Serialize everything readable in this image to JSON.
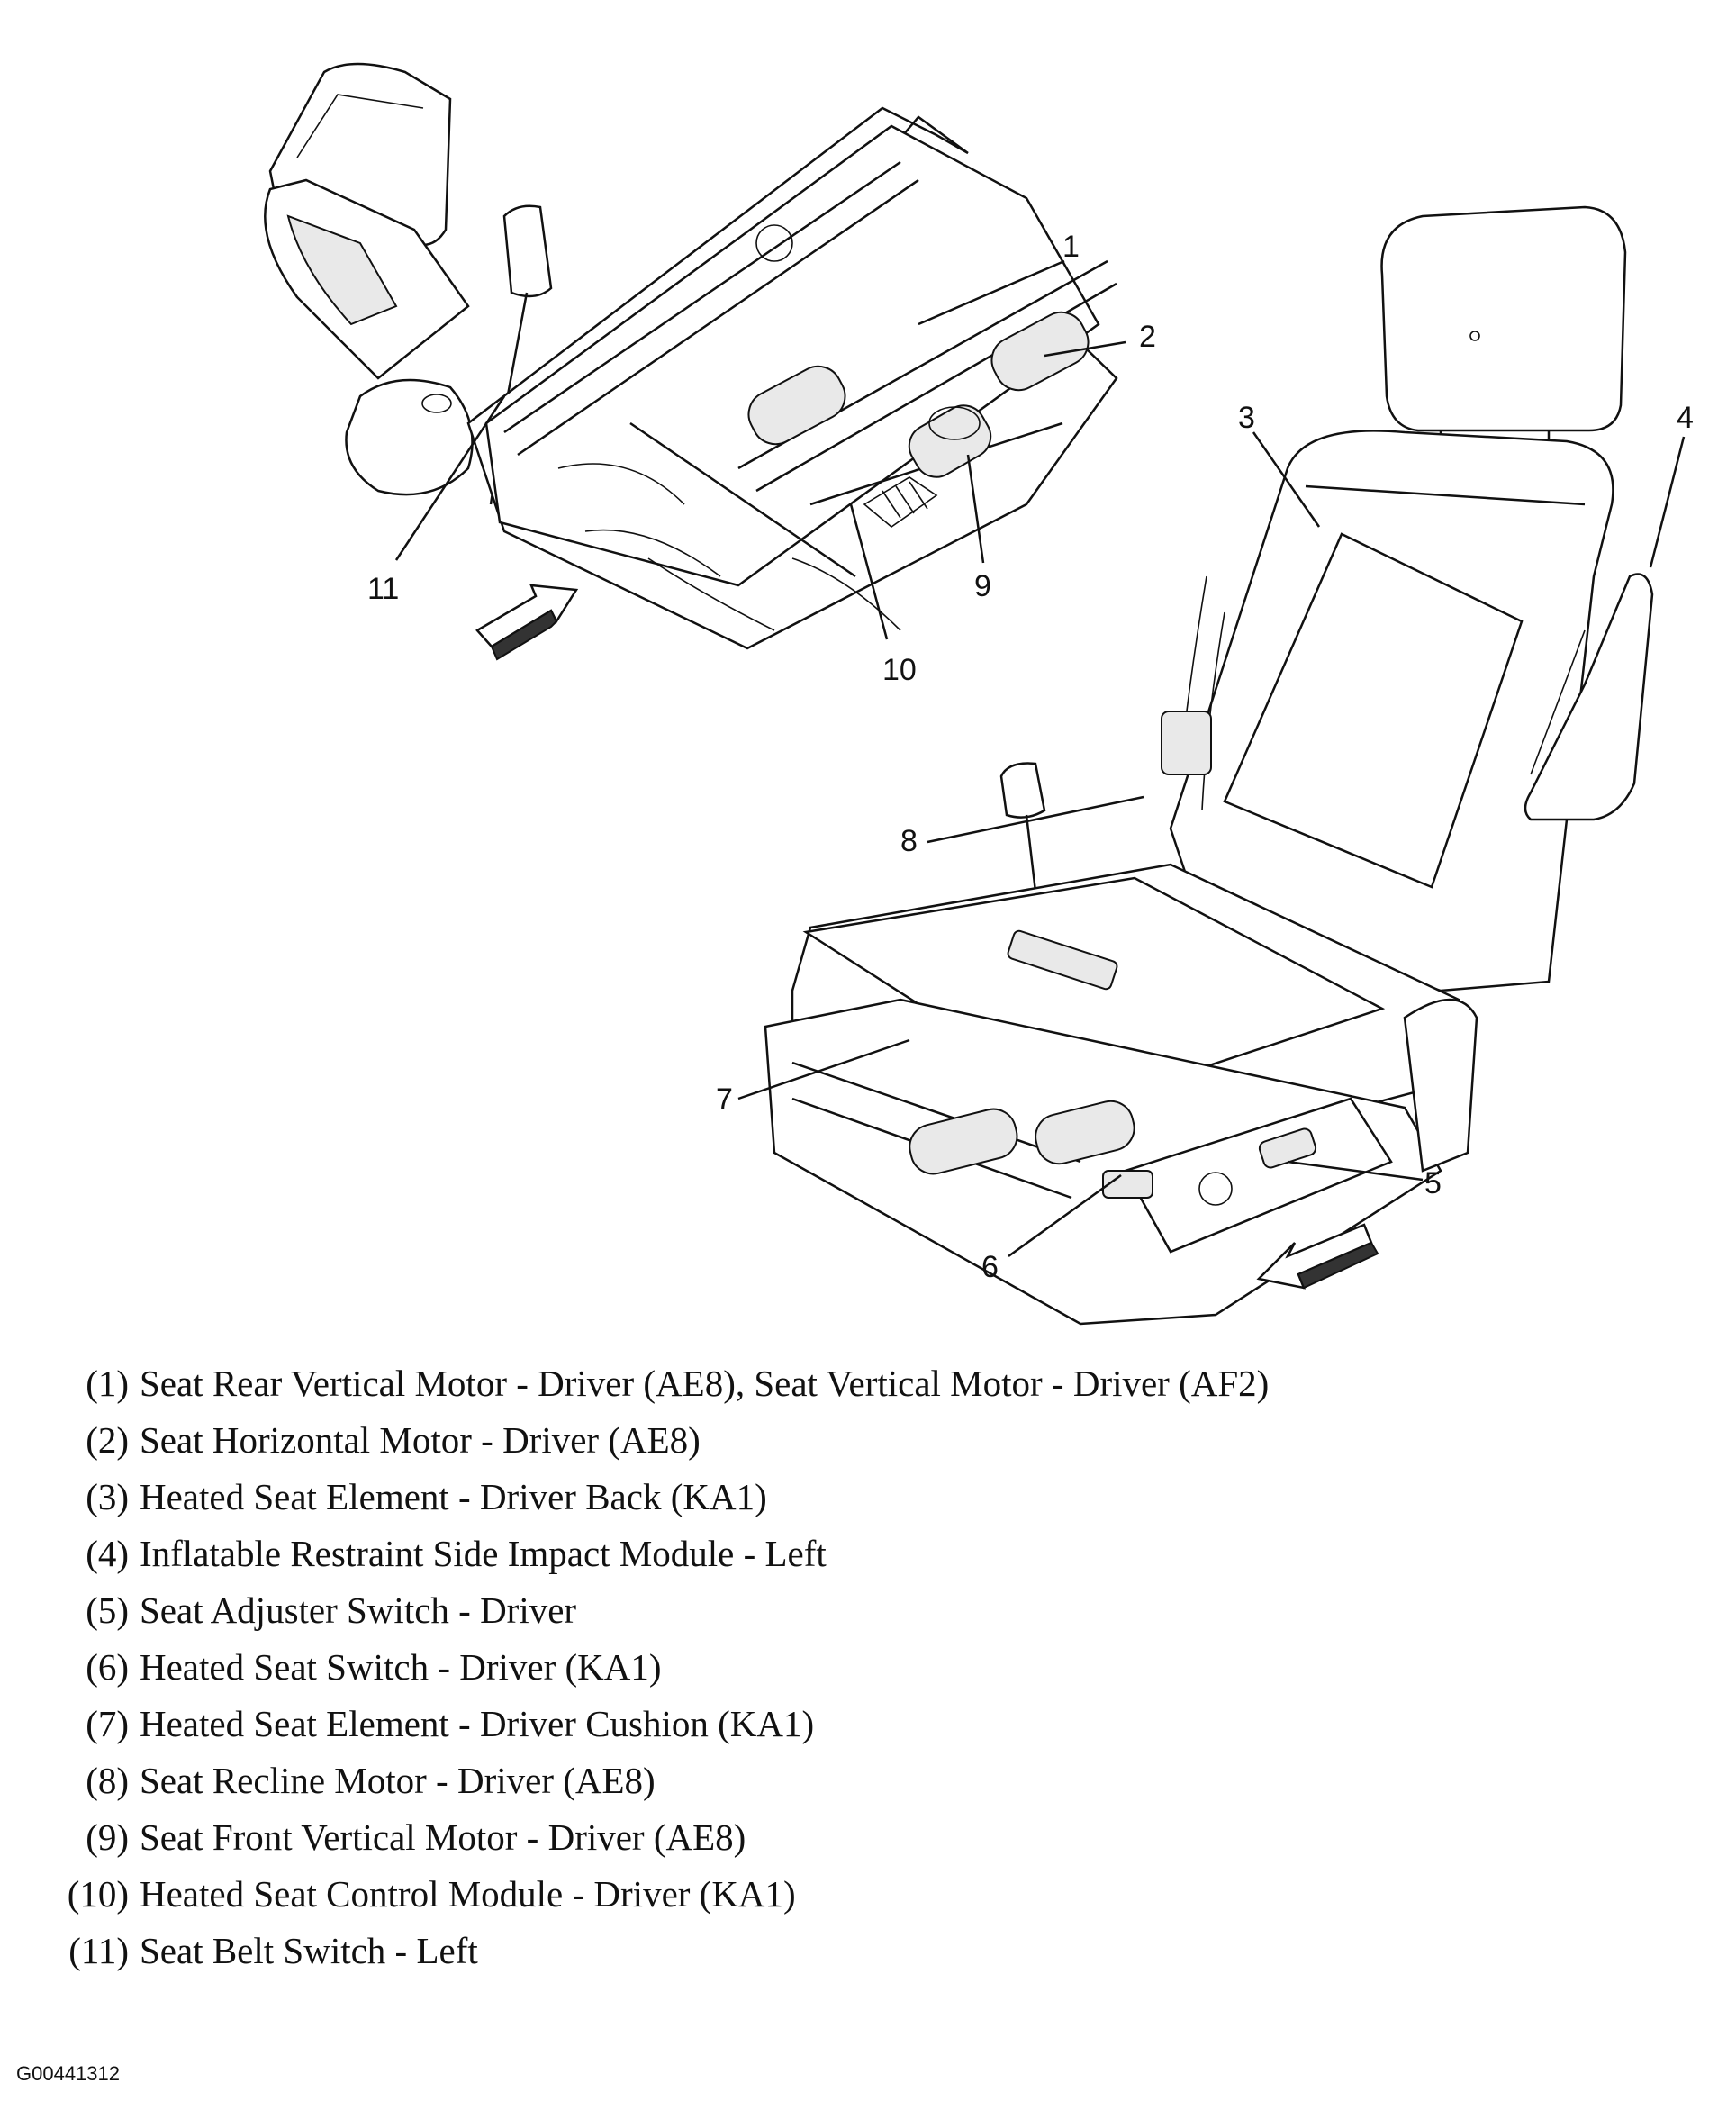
{
  "callouts": [
    "1",
    "2",
    "3",
    "4",
    "5",
    "6",
    "7",
    "8",
    "9",
    "10",
    "11"
  ],
  "legend": [
    {
      "num": "(1)",
      "text": "Seat Rear Vertical Motor - Driver (AE8), Seat Vertical Motor - Driver (AF2)"
    },
    {
      "num": "(2)",
      "text": "Seat Horizontal Motor - Driver (AE8)"
    },
    {
      "num": "(3)",
      "text": "Heated Seat Element - Driver Back (KA1)"
    },
    {
      "num": "(4)",
      "text": "Inflatable Restraint Side Impact Module - Left"
    },
    {
      "num": "(5)",
      "text": "Seat Adjuster Switch - Driver"
    },
    {
      "num": "(6)",
      "text": "Heated Seat Switch - Driver (KA1)"
    },
    {
      "num": "(7)",
      "text": "Heated Seat Element - Driver Cushion (KA1)"
    },
    {
      "num": "(8)",
      "text": "Seat Recline Motor - Driver (AE8)"
    },
    {
      "num": "(9)",
      "text": "Seat Front Vertical Motor - Driver (AE8)"
    },
    {
      "num": "(10)",
      "text": "Heated Seat Control Module - Driver (KA1)"
    },
    {
      "num": "(11)",
      "text": "Seat Belt Switch - Left"
    }
  ],
  "figure_id": "G00441312"
}
